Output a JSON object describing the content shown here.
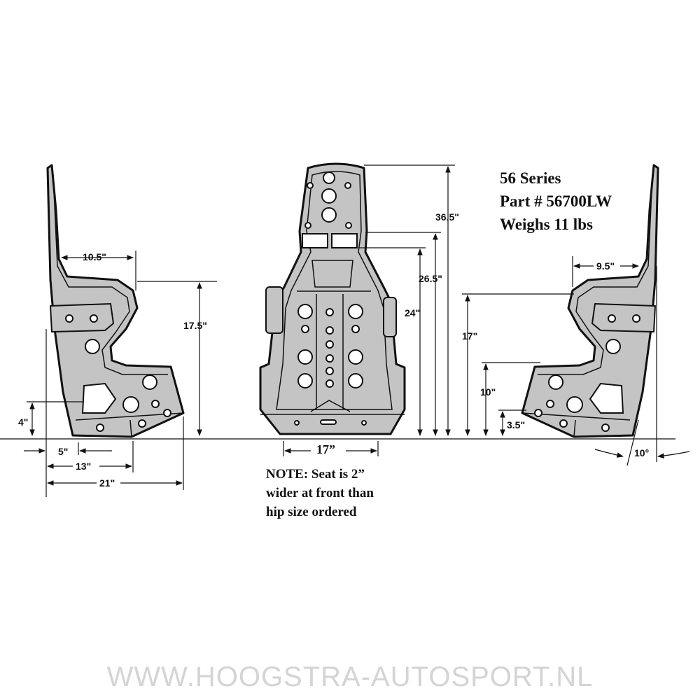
{
  "info": {
    "series": "56 Series",
    "part": "Part # 56700LW",
    "weight": "Weighs 11 lbs"
  },
  "note": [
    "NOTE:  Seat is 2”",
    "wider at front than",
    "hip size ordered"
  ],
  "left_dims": {
    "headroom": "10.5\"",
    "side_height": "17.5\"",
    "front_low": "4\"",
    "d5": "5\"",
    "d13": "13\"",
    "d21": "21\""
  },
  "center_dims": {
    "total": "36.5\"",
    "shoulder": "26.5\"",
    "d24": "24\"",
    "width": "17”"
  },
  "right_dims": {
    "d95": "9.5\"",
    "d17": "17\"",
    "d10": "10\"",
    "d35": "3.5\"",
    "angle": "10°"
  },
  "watermark": "WWW.HOOGSTRA-AUTOSPORT.NL"
}
